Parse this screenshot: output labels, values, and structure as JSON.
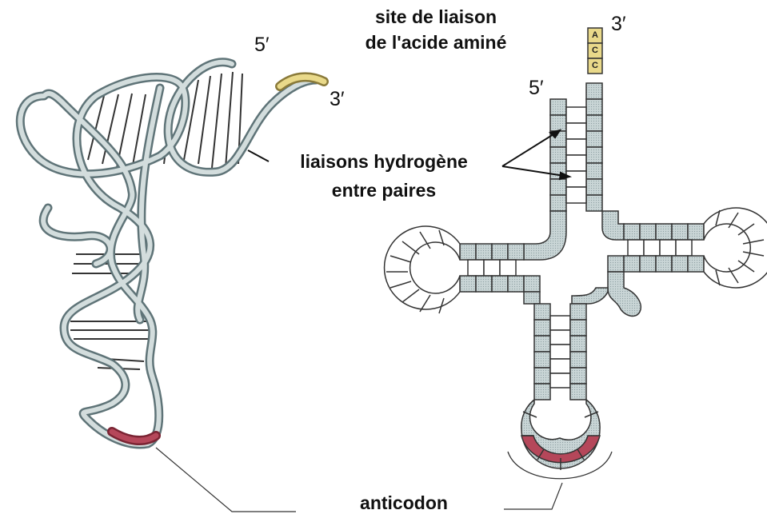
{
  "labels": {
    "site_line1": "site de liaison",
    "site_line2": "de l'acide aminé",
    "hbond_line1": "liaisons hydrogène",
    "hbond_line2": "entre paires",
    "anticodon": "anticodon",
    "left_5prime": "5′",
    "left_3prime": "3′",
    "right_5prime": "5′",
    "right_3prime": "3′"
  },
  "acceptor_nucleotides": [
    "A",
    "C",
    "C"
  ],
  "colors": {
    "strand_fill": "#c9d5d6",
    "strand_edge": "#5f7478",
    "acceptor_end": "#e9d98a",
    "anticodon": "#b5475a",
    "line": "#333333"
  }
}
